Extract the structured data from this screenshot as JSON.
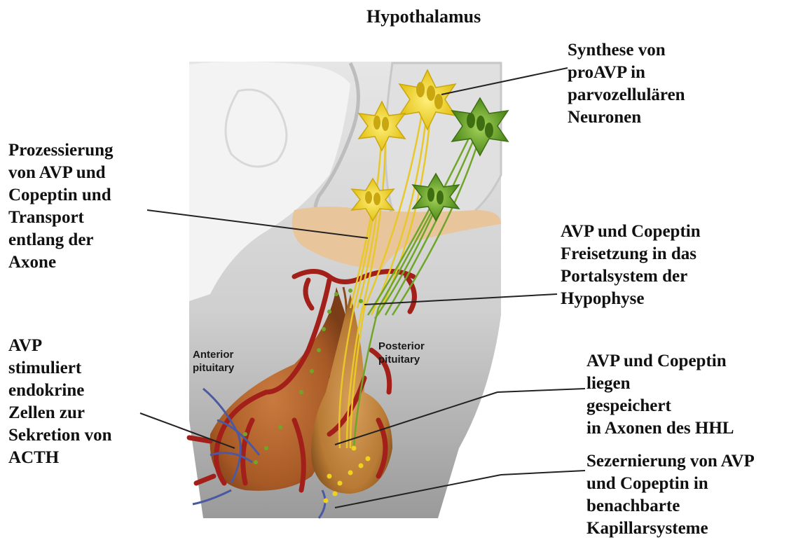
{
  "title": "Hypothalamus",
  "labels": {
    "synthese": [
      "Synthese von",
      "proAVP in",
      "parvozellulären",
      "Neuronen"
    ],
    "prozessierung": [
      "Prozessierung",
      "von AVP und",
      "Copeptin und",
      "Transport",
      "entlang der",
      "Axone"
    ],
    "freisetzung": [
      "AVP und Copeptin",
      "Freisetzung in das",
      "Portalsystem der",
      "Hypophyse"
    ],
    "stimuliert": [
      "AVP",
      "stimuliert",
      "endokrine",
      "Zellen zur",
      "Sekretion von",
      "ACTH"
    ],
    "gespeichert": [
      "AVP und Copeptin",
      "liegen",
      "gespeichert",
      "in Axonen des HHL"
    ],
    "sezernierung": [
      "Sezernierung von AVP",
      "und Copeptin in",
      "benachbarte",
      "Kapillarsysteme"
    ]
  },
  "illustration_labels": {
    "anterior": [
      "Anterior",
      "pituitary"
    ],
    "posterior": [
      "Posterior",
      "pituitary"
    ]
  },
  "colors": {
    "neuron_yellow": "#f0d21e",
    "neuron_green": "#6fa62a",
    "vessel_red": "#a3201a",
    "gland_brown": "#b9692f",
    "background_gray": "#dcdcdc"
  }
}
